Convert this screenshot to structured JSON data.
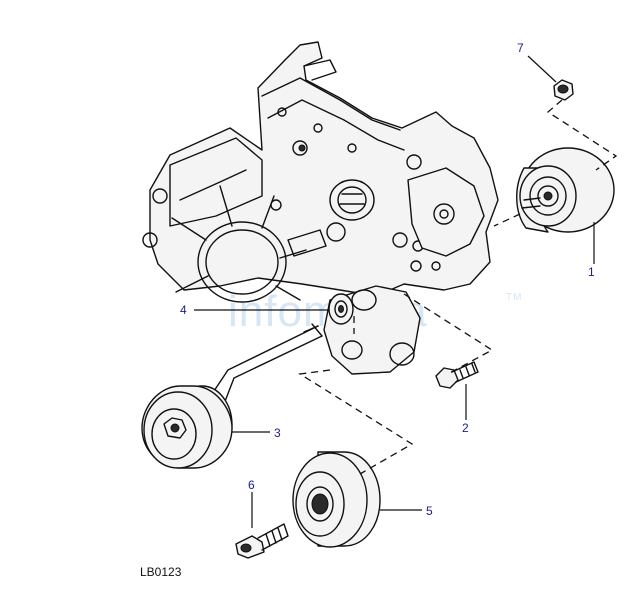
{
  "watermark": "infomedia",
  "watermark_tm": "TM",
  "drawing_ref": "LB0123",
  "callouts": [
    {
      "id": "1",
      "label": "1"
    },
    {
      "id": "2",
      "label": "2"
    },
    {
      "id": "3",
      "label": "3"
    },
    {
      "id": "4",
      "label": "4"
    },
    {
      "id": "5",
      "label": "5"
    },
    {
      "id": "6",
      "label": "6"
    },
    {
      "id": "7",
      "label": "7"
    }
  ],
  "colors": {
    "callout_text": "#1b1b8f",
    "line": "#111111",
    "watermark": "#d6e6f4"
  }
}
